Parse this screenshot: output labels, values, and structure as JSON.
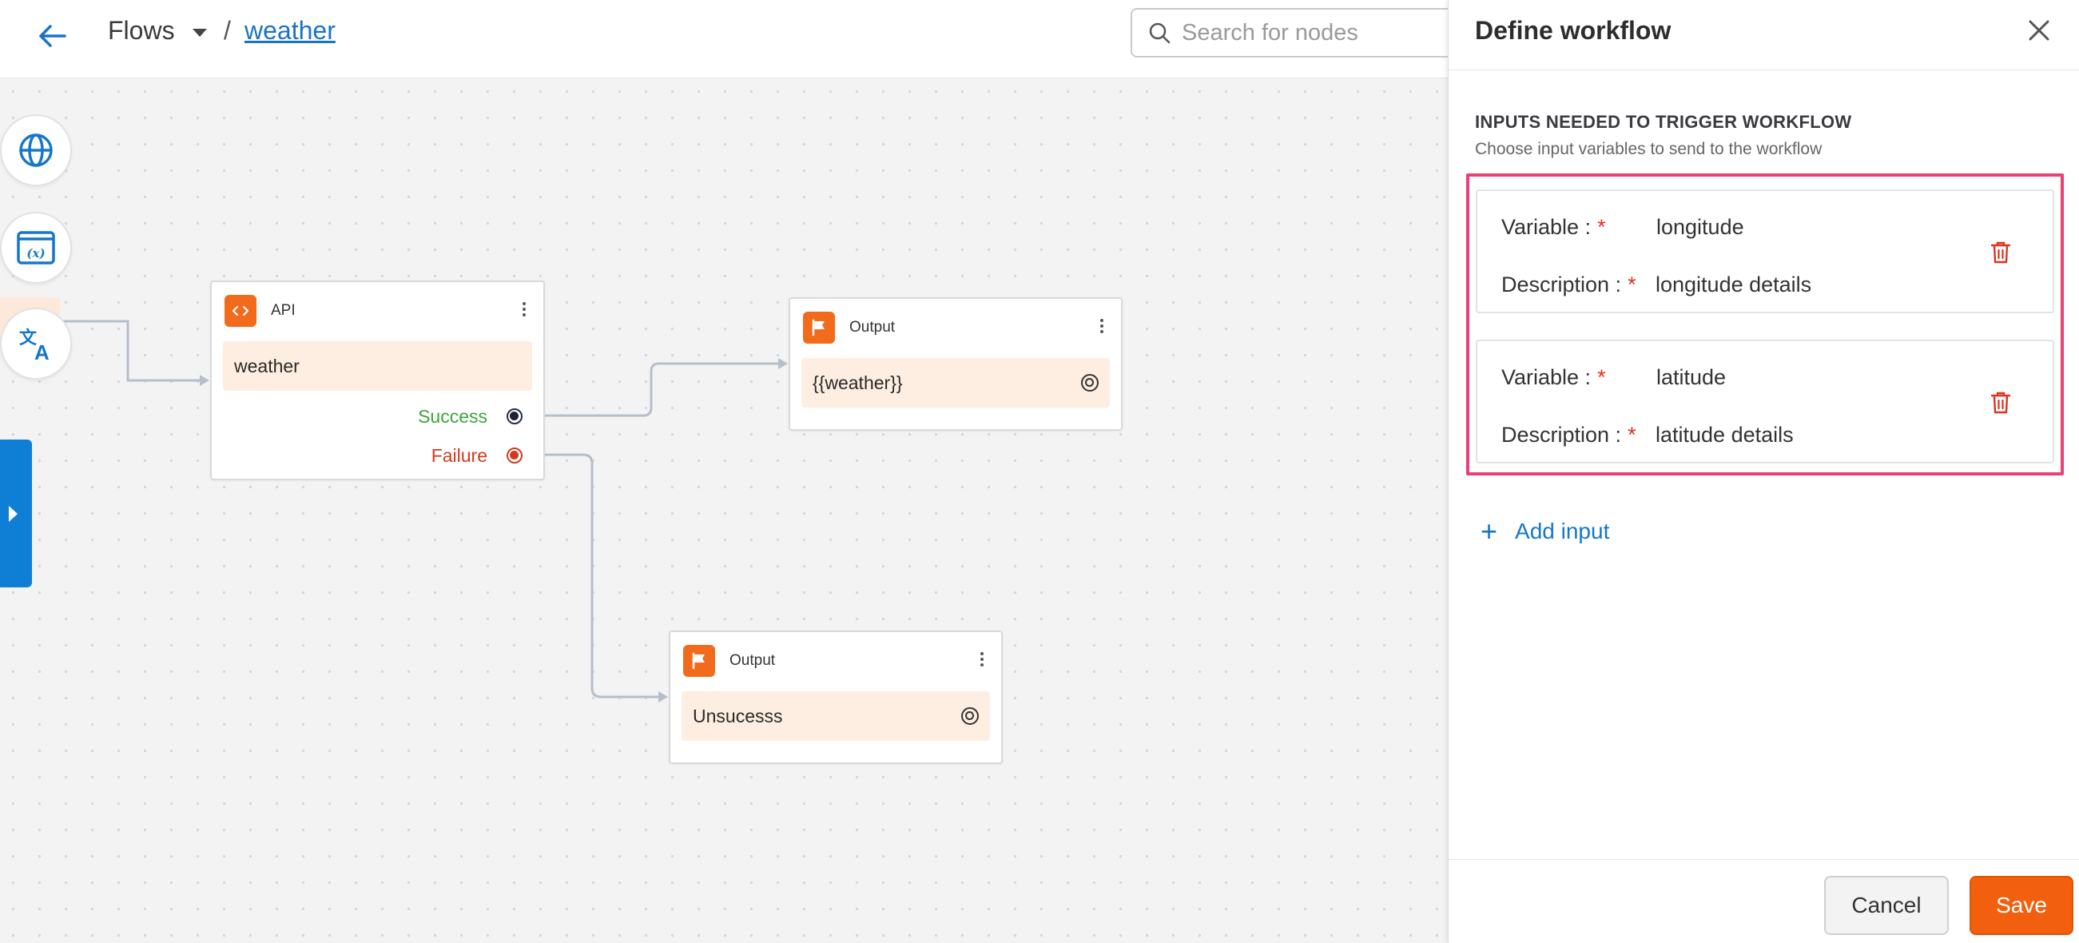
{
  "topbar": {
    "flows_label": "Flows",
    "separator": "/",
    "current_flow": "weather",
    "search_placeholder": "Search for nodes"
  },
  "tools": [
    {
      "icon": "globe-icon"
    },
    {
      "icon": "variable-icon"
    },
    {
      "icon": "translate-icon"
    }
  ],
  "nodes": {
    "api": {
      "title": "API",
      "body": "weather",
      "success_label": "Success",
      "failure_label": "Failure"
    },
    "output_success": {
      "title": "Output",
      "body": "{{weather}}"
    },
    "output_failure": {
      "title": "Output",
      "body": "Unsucesss"
    }
  },
  "drawer": {
    "title": "Define workflow",
    "section_title": "INPUTS NEEDED TO TRIGGER WORKFLOW",
    "section_subtitle": "Choose input variables to send to the workflow",
    "variable_label": "Variable :",
    "description_label": "Description :",
    "required_mark": "*",
    "inputs": [
      {
        "variable": "longitude",
        "description": "longitude details"
      },
      {
        "variable": "latitude",
        "description": "latitude details"
      }
    ],
    "add_input_label": "Add input",
    "cancel_label": "Cancel",
    "save_label": "Save"
  },
  "colors": {
    "accent_orange": "#f26b1d",
    "link_blue": "#1677c9",
    "success_green": "#3aa53a",
    "failure_red": "#d43a1e",
    "highlight_pink": "#ec3f74"
  }
}
